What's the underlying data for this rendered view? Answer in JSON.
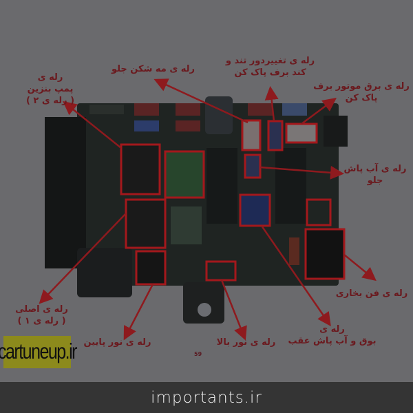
{
  "labels": {
    "fuel_pump_relay": [
      "رله ی",
      "پمپ بنزین",
      "( رله ی ۲ )"
    ],
    "front_fog_relay": [
      "رله ی مه شکن جلو"
    ],
    "wiper_speed_relay": [
      "رله ی تغییردور تند و",
      "کند برف پاک کن"
    ],
    "wiper_motor_relay": [
      "رله ی برق موتور برف",
      "پاک کن"
    ],
    "front_washer_relay": [
      "رله ی آب پاش",
      "جلو"
    ],
    "heater_fan_relay": [
      "رله ی فن بخاری"
    ],
    "main_relay": [
      "رله ی اصلی",
      "( رله ی ۱ )"
    ],
    "low_beam_relay": [
      "رله ی نور پایین"
    ],
    "high_beam_relay": [
      "رله ی نور بالا"
    ],
    "horn_rear_washer_relay": [
      "رله ی",
      "بوق و آب پاش عقب"
    ]
  },
  "page_number": "59",
  "logo_text": "cartuneup.ir",
  "footer_text": "importants.ir",
  "colors": {
    "highlight": "#a3181c",
    "arrow": "#8e1a1e",
    "label": "#6b1a1f",
    "logo_bg": "#8c8a1c",
    "footer_bg": "#343434"
  }
}
